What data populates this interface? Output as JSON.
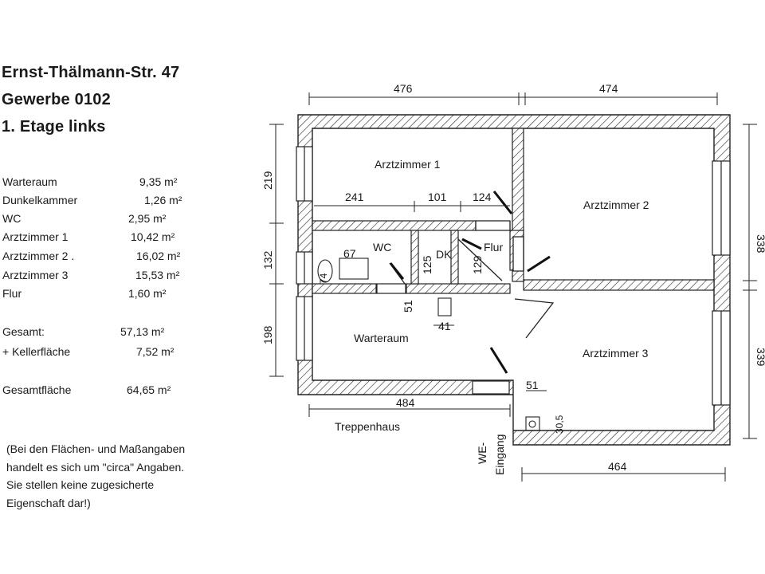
{
  "header": {
    "street": "Ernst-Thälmann-Str. 47",
    "unit": "Gewerbe  0102",
    "floor": "1.  Etage links"
  },
  "areas": [
    {
      "name": "Warteraum",
      "value": "9,35 m²"
    },
    {
      "name": "Dunkelkammer",
      "value": "1,26 m²"
    },
    {
      "name": "WC",
      "value": "2,95 m²"
    },
    {
      "name": "Arztzimmer 1",
      "value": "10,42 m²"
    },
    {
      "name": "Arztzimmer 2 .",
      "value": "16,02 m²"
    },
    {
      "name": "Arztzimmer 3",
      "value": "15,53 m²"
    },
    {
      "name": "Flur",
      "value": "1,60 m²"
    }
  ],
  "totals": [
    {
      "name": "Gesamt:",
      "value": "57,13 m²"
    },
    {
      "name": "+ Kellerfläche",
      "value": "7,52 m²"
    },
    {
      "name": "Gesamtfläche",
      "value": "64,65 m²"
    }
  ],
  "note": [
    "(Bei den Flächen- und Maßangaben",
    "handelt es sich um \"circa\" Angaben.",
    "Sie stellen keine zugesicherte",
    "Eigenschaft dar!)"
  ],
  "plan": {
    "rooms": {
      "arzt1": "Arztzimmer 1",
      "arzt2": "Arztzimmer 2",
      "arzt3": "Arztzimmer 3",
      "warte": "Warteraum",
      "wc": "WC",
      "dk": "DK",
      "flur": "Flur"
    },
    "labels": {
      "treppenhaus": "Treppenhaus",
      "eingang_1": "WE-",
      "eingang_2": "Eingang"
    },
    "dimensions": {
      "top_left": "476",
      "top_right": "474",
      "left_1": "219",
      "left_2": "132",
      "left_3": "198",
      "right_1": "338",
      "right_2": "339",
      "bottom_left": "484",
      "bottom_right": "464",
      "inner_241": "241",
      "inner_101": "101",
      "inner_124": "124",
      "inner_125": "125",
      "inner_129": "129",
      "inner_67": "67",
      "inner_51a": "51",
      "inner_41": "41",
      "inner_51b": "51",
      "inner_30": "30,5",
      "inner_74": "74"
    }
  }
}
